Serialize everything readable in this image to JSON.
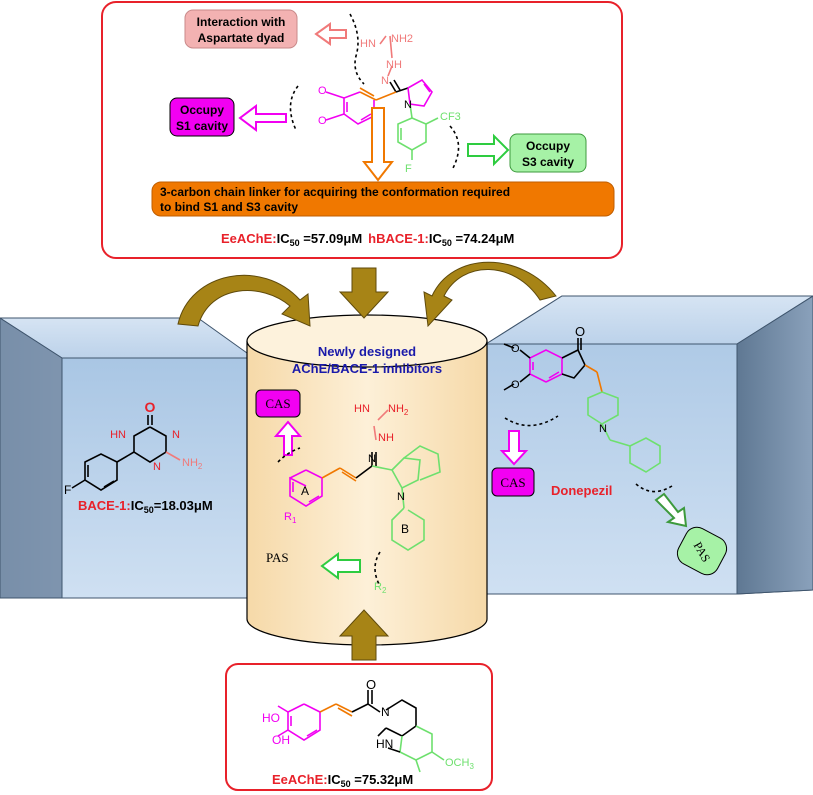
{
  "top_panel": {
    "aspartate_label_1": "Interaction with",
    "aspartate_label_2": "Aspartate dyad",
    "s1_label_1": "Occupy",
    "s1_label_2": "S1 cavity",
    "s3_label_1": "Occupy",
    "s3_label_2": "S3 cavity",
    "linker_text_1": "3-carbon chain linker for acquiring the conformation required",
    "linker_text_2": "to bind S1 and S3 cavity",
    "activity_1_name": "EeAChE:",
    "activity_1_ic": "IC",
    "activity_1_sub": "50",
    "activity_1_value": " =57.09μM",
    "activity_2_name": "hBACE-1:",
    "activity_2_ic": "IC",
    "activity_2_sub": "50",
    "activity_2_value": " =74.24μM",
    "atoms": {
      "hn": "HN",
      "nh2": "NH2",
      "nh": "NH",
      "n": "N",
      "n_pyrrole": "N",
      "cf3": "CF3",
      "f": "F",
      "o1": "O",
      "o2": "O"
    }
  },
  "center": {
    "title_1": "Newly designed",
    "title_2": "AChE/BACE-1 inhibitors",
    "cas_label": "CAS",
    "pas_label": "PAS",
    "ring_a": "A",
    "ring_b": "B",
    "r1": "R",
    "r1_sub": "1",
    "r2": "R",
    "r2_sub": "2",
    "atoms": {
      "hn": "HN",
      "nh2": "NH",
      "nh2_sub": "2",
      "nh": "NH",
      "n": "N",
      "n_indole": "N"
    }
  },
  "left_box": {
    "activity_name": "BACE-1:",
    "activity_ic": "IC",
    "activity_sub": "50",
    "activity_value": "=18.03μM",
    "atoms": {
      "o": "O",
      "hn": "HN",
      "n": "N",
      "nh2": "NH",
      "nh2_sub": "2",
      "n_ring": "N",
      "f": "F"
    }
  },
  "right_box": {
    "cas_label": "CAS",
    "pas_label": "PAS",
    "drug_name": "Donepezil",
    "atoms": {
      "o1": "O",
      "o2": "O",
      "o_keto": "O",
      "n": "N"
    }
  },
  "bottom_panel": {
    "activity_name": "EeAChE:",
    "activity_ic": "IC",
    "activity_sub": "50",
    "activity_value": " =75.32μM",
    "atoms": {
      "o": "O",
      "n": "N",
      "ho1": "HO",
      "oh": "OH",
      "hn": "HN",
      "och3": "OCH",
      "och3_sub": "3"
    }
  },
  "colors": {
    "red_frame": "#e8212a",
    "pink_box": "#f3b2b2",
    "magenta_box": "#f200f2",
    "green_box": "#a6f2a6",
    "orange_bar": "#f07800",
    "gold_arrow": "#a78416",
    "cylinder_fill": "#fde9c9",
    "box_face": "#b8d2ec",
    "box_side": "#6f87a3",
    "blue_text": "#1a1aaa",
    "red_text": "#e8212a"
  }
}
